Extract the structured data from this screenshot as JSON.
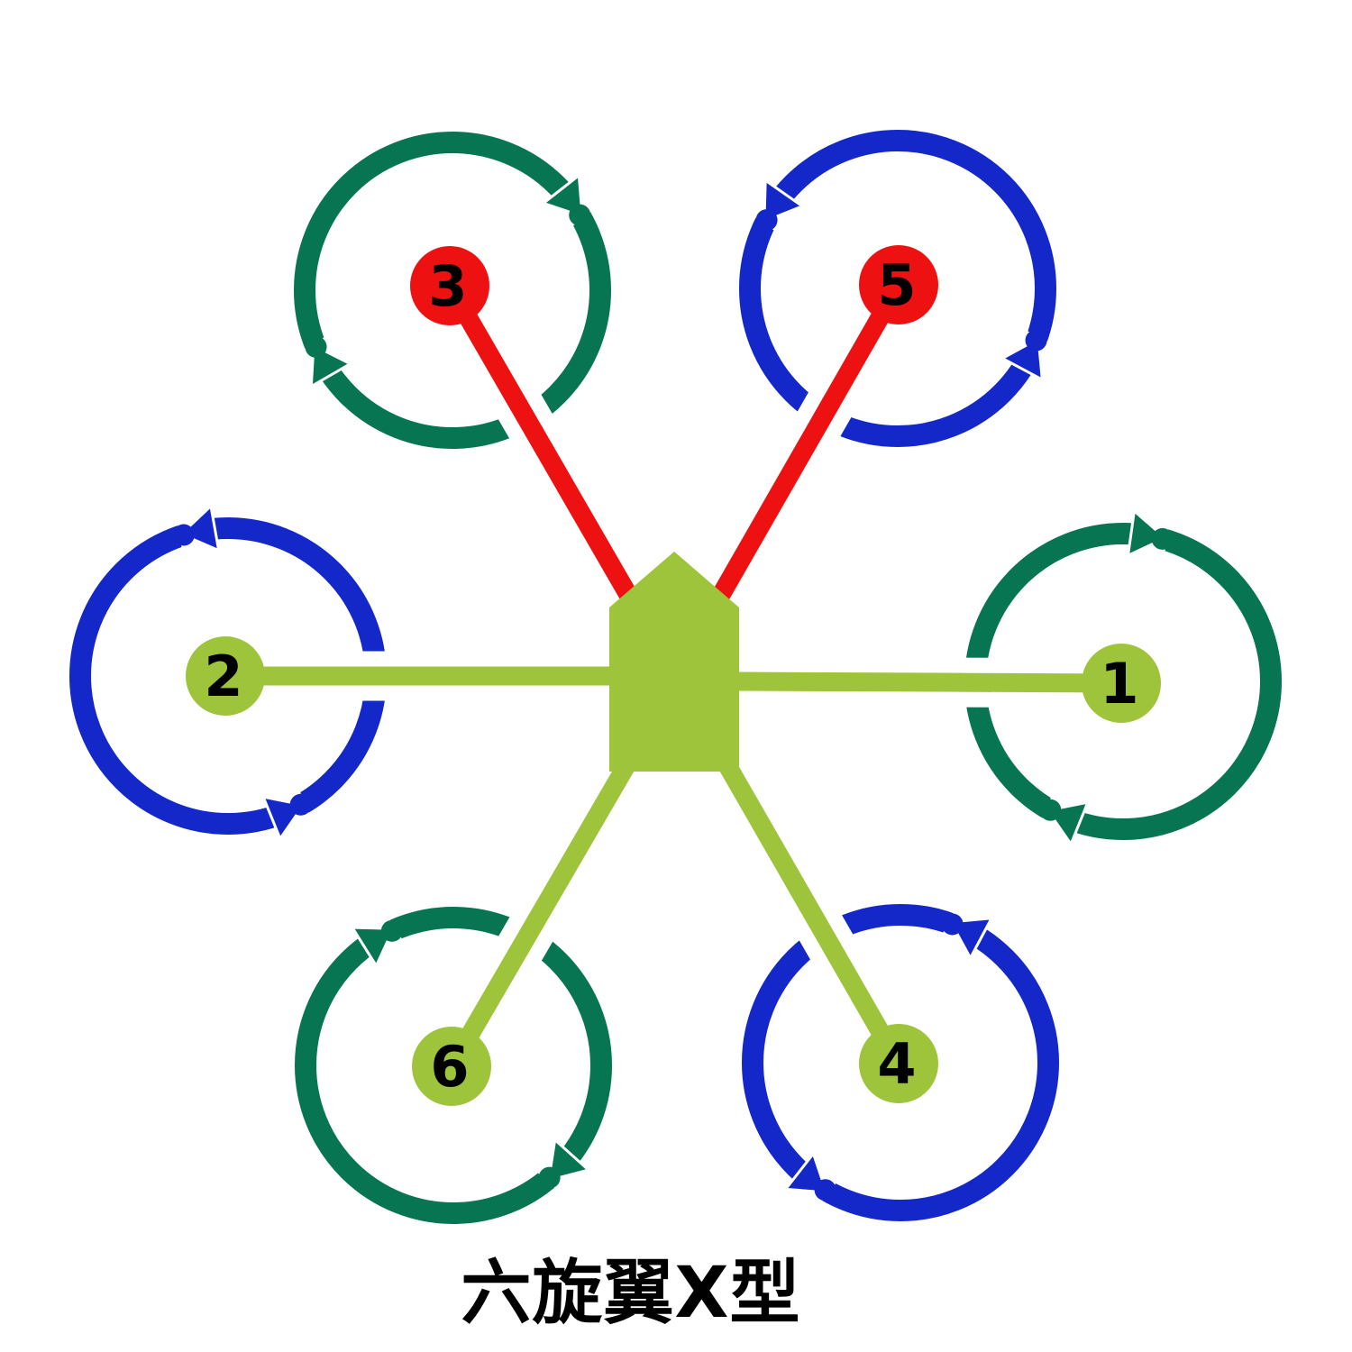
{
  "caption": "六旋翼X型",
  "colors": {
    "background": "#ffffff",
    "ring_green": "#077552",
    "ring_blue": "#1427c9",
    "arm_green": "#9dc43a",
    "arm_red": "#ee1111",
    "label_text": "#000000"
  },
  "motors": [
    {
      "id": 1,
      "label": "1",
      "hub": "green",
      "ring": "green",
      "rotation": "clockwise",
      "arm": "green"
    },
    {
      "id": 2,
      "label": "2",
      "hub": "green",
      "ring": "blue",
      "rotation": "counterclockwise",
      "arm": "green"
    },
    {
      "id": 3,
      "label": "3",
      "hub": "red",
      "ring": "green",
      "rotation": "clockwise",
      "arm": "red"
    },
    {
      "id": 4,
      "label": "4",
      "hub": "green",
      "ring": "blue",
      "rotation": "counterclockwise",
      "arm": "green"
    },
    {
      "id": 5,
      "label": "5",
      "hub": "red",
      "ring": "blue",
      "rotation": "counterclockwise",
      "arm": "red"
    },
    {
      "id": 6,
      "label": "6",
      "hub": "green",
      "ring": "green",
      "rotation": "clockwise",
      "arm": "green"
    }
  ]
}
